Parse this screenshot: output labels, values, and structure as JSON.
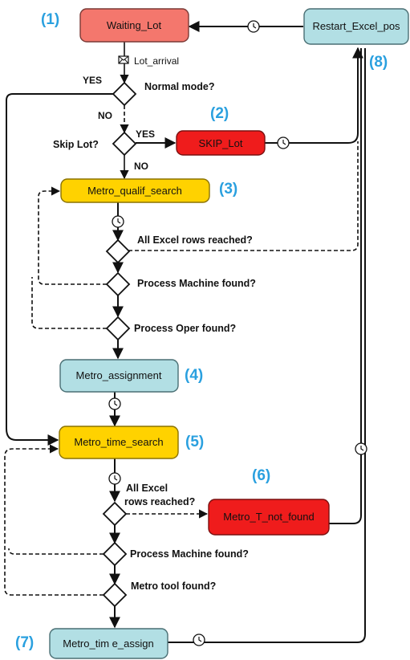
{
  "colors": {
    "red_soft": "#f4776d",
    "red": "#ef1c1c",
    "yellow": "#ffd200",
    "blue": "#b2dfe4",
    "number_blue": "#2aa0df"
  },
  "numbers": {
    "n1": "(1)",
    "n2": "(2)",
    "n3": "(3)",
    "n4": "(4)",
    "n5": "(5)",
    "n6": "(6)",
    "n7": "(7)",
    "n8": "(8)"
  },
  "nodes": {
    "waiting_lot": "Waiting_Lot",
    "restart_excel_pos": "Restart_Excel_pos",
    "skip_lot": "SKIP_Lot",
    "metro_qualif_search": "Metro_qualif_search",
    "metro_assignment": "Metro_assignment",
    "metro_time_search": "Metro_time_search",
    "metro_t_not_found": "Metro_T_not_found",
    "metro_time_assign": "Metro_tim e_assign"
  },
  "decisions": {
    "normal_mode": "Normal mode?",
    "skip_lot": "Skip Lot?",
    "all_excel_rows_1": "All Excel rows reached?",
    "process_machine_1": "Process Machine found?",
    "process_oper": "Process Oper found?",
    "all_excel_rows_2_line1": "All Excel",
    "all_excel_rows_2_line2": "rows reached?",
    "process_machine_2": "Process Machine found?",
    "metro_tool": "Metro tool found?"
  },
  "labels": {
    "lot_arrival": "Lot_arrival",
    "yes_1": "YES",
    "no_1": "NO",
    "yes_2": "YES",
    "no_2": "NO"
  },
  "icons": [
    "clock-icon",
    "envelope-icon",
    "arrowhead-icon"
  ]
}
